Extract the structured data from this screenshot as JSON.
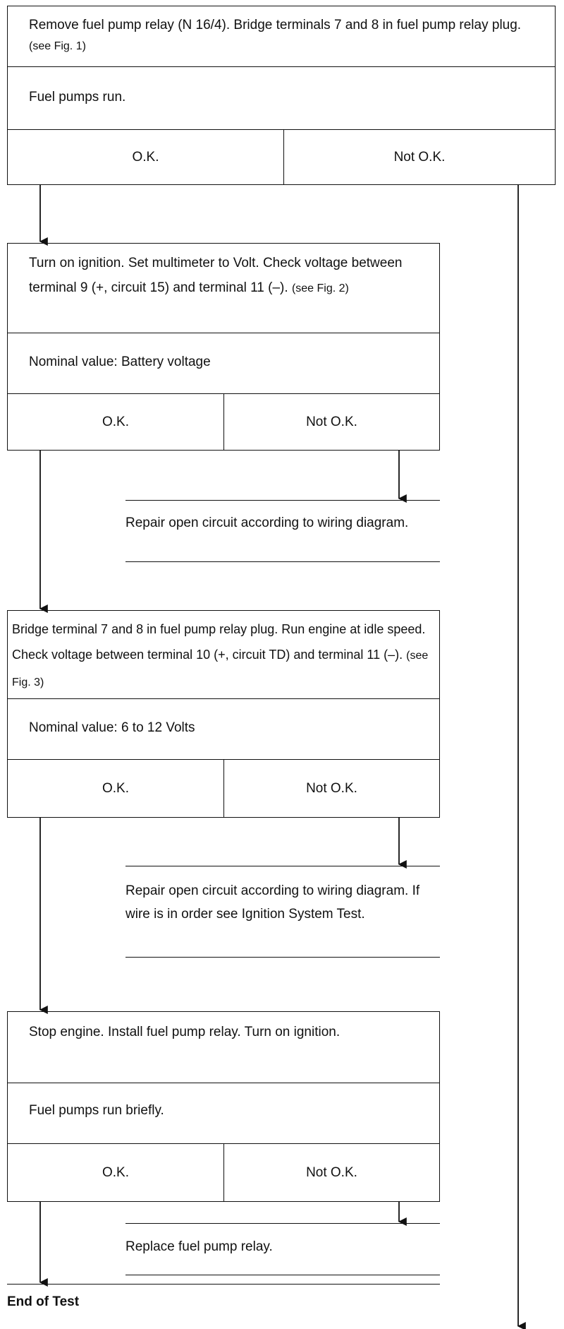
{
  "steps": [
    {
      "instruction": "Remove fuel pump relay (N 16/4). Bridge terminals 7 and 8 in fuel pump relay plug.",
      "figure_ref": "(see Fig. 1)",
      "expected": "Fuel pumps run.",
      "ok_label": "O.K.",
      "not_ok_label": "Not O.K."
    },
    {
      "instruction": "Turn on ignition. Set multimeter to Volt. Check voltage between terminal 9 (+, circuit 15) and terminal 11 (–).",
      "figure_ref": "(see Fig. 2)",
      "expected": "Nominal value: Battery voltage",
      "ok_label": "O.K.",
      "not_ok_label": "Not O.K.",
      "remedy": "Repair open circuit according to wiring diagram."
    },
    {
      "instruction": "Bridge terminal 7 and 8 in fuel pump relay plug. Run engine at idle speed. Check voltage between terminal 10 (+, circuit TD) and terminal 11 (–).",
      "figure_ref": "(see Fig. 3)",
      "expected": "Nominal value: 6 to 12 Volts",
      "ok_label": "O.K.",
      "not_ok_label": "Not O.K.",
      "remedy": "Repair open circuit according to wiring diagram. If wire is in order see Ignition System Test."
    },
    {
      "instruction": "Stop engine. Install fuel pump relay. Turn on ignition.",
      "expected": "Fuel pumps run briefly.",
      "ok_label": "O.K.",
      "not_ok_label": "Not O.K.",
      "remedy": "Replace fuel pump relay."
    }
  ],
  "end_label": "End of Test"
}
